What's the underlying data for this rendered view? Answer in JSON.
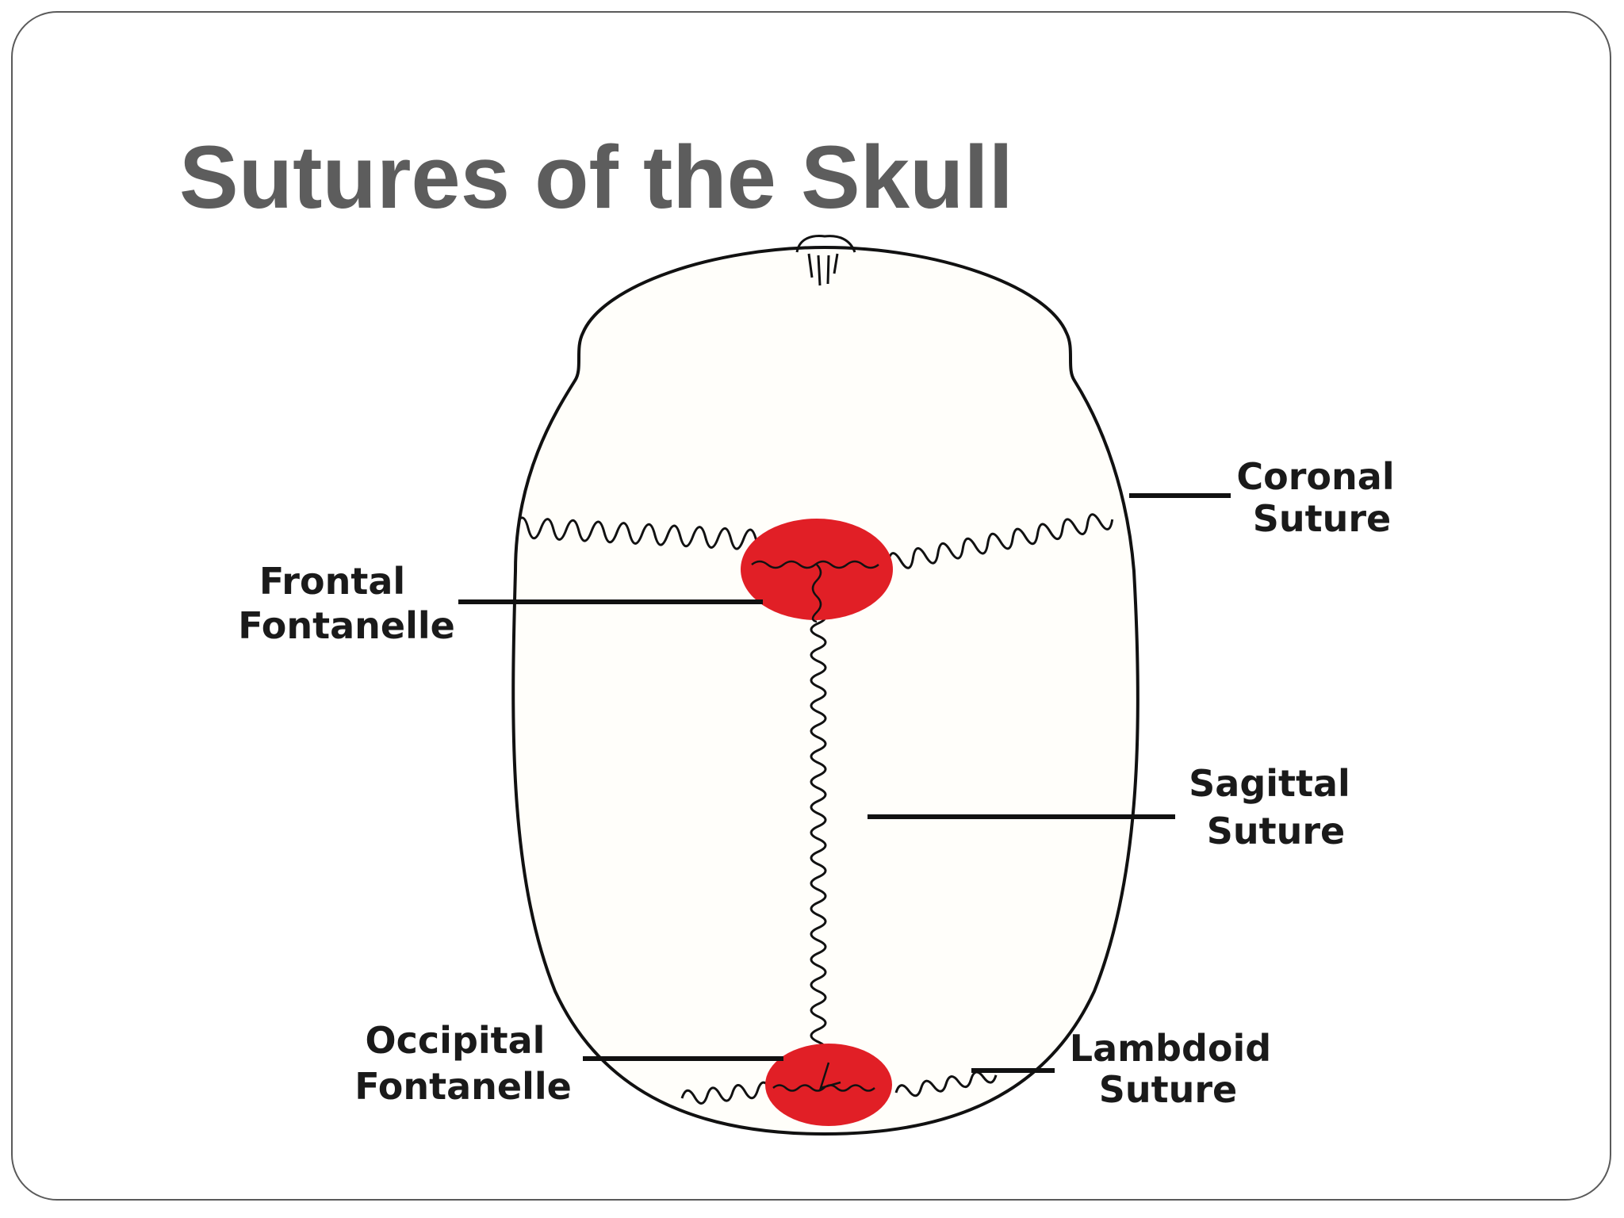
{
  "slide": {
    "title": "Sutures of the Skull"
  },
  "labels": {
    "coronal": [
      "Coronal",
      "Suture"
    ],
    "frontal": [
      "Frontal",
      "Fontanelle"
    ],
    "sagittal": [
      "Sagittal",
      "Suture"
    ],
    "occipital": [
      "Occipital",
      "Fontanelle"
    ],
    "lambdoid": [
      "Lambdoid",
      "Suture"
    ]
  },
  "colors": {
    "title": "#5d5d5d",
    "fontanelle": "#e11f26",
    "skull_fill": "#fffefa",
    "outline": "#111111"
  }
}
